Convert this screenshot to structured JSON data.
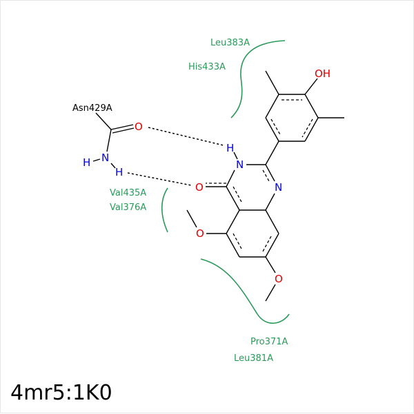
{
  "caption": "4mr5:1K0",
  "colors": {
    "residue": "#2a9a5a",
    "oxygen": "#e00000",
    "nitrogen": "#0000e0",
    "bond": "#000000"
  },
  "atoms": {
    "hydroxyl": "OH",
    "ring_n_upper": "N",
    "ring_n_upper_h": "H",
    "ring_n_lower": "N",
    "carbonyl_o": "O",
    "methoxy_o_left": "O",
    "methoxy_o_bottom": "O",
    "asn_o": "O",
    "asn_n": "N",
    "asn_h_left": "H",
    "asn_h_lower": "H"
  },
  "residues": {
    "asn": "Asn429A",
    "leu383": "Leu383A",
    "his433": "His433A",
    "val435": "Val435A",
    "val376": "Val376A",
    "pro371": "Pro371A",
    "leu381": "Leu381A"
  }
}
